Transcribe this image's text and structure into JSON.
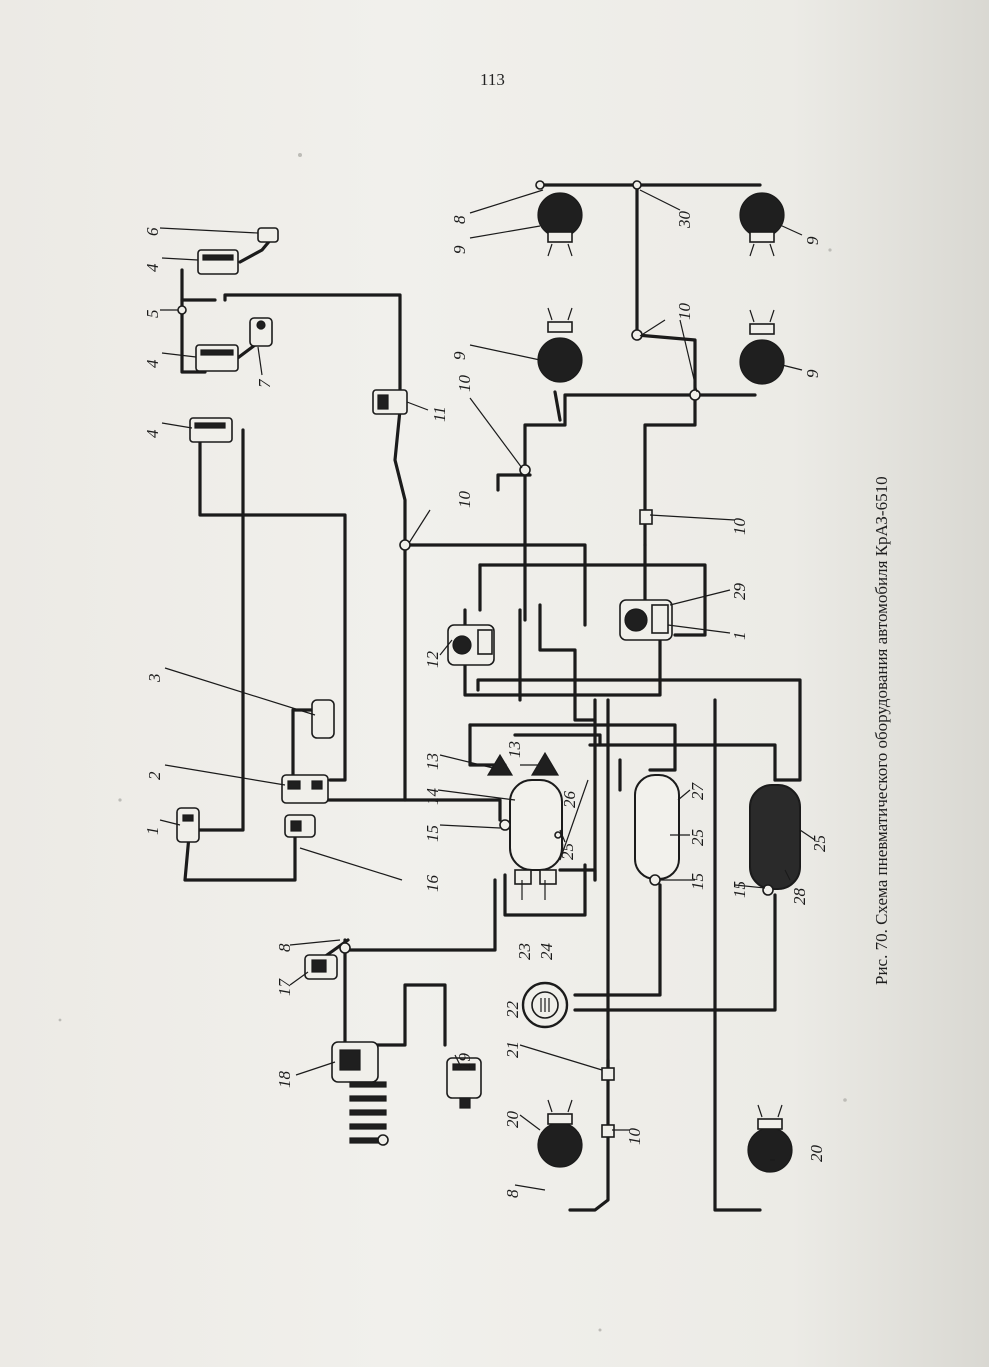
{
  "page_number": "113",
  "caption": "Рис. 70. Схема пневматического оборудования автомобиля КрАЗ-6510",
  "labels": {
    "l1a": "1",
    "l2": "2",
    "l3": "3",
    "l4a": "4",
    "l4b": "4",
    "l4c": "4",
    "l5": "5",
    "l6": "6",
    "l7": "7",
    "l8a": "8",
    "l8b": "8",
    "l8c": "8",
    "l9a": "9",
    "l9b": "9",
    "l9c": "9",
    "l9d": "9",
    "l10a": "10",
    "l10b": "10",
    "l10c": "10",
    "l10d": "10",
    "l10e": "10",
    "l11": "11",
    "l12": "12",
    "l13a": "13",
    "l13b": "13",
    "l14": "14",
    "l15a": "15",
    "l15b": "15",
    "l15c": "15",
    "l16": "16",
    "l17": "17",
    "l18": "18",
    "l19": "19",
    "l20a": "20",
    "l20b": "20",
    "l21": "21",
    "l22": "22",
    "l23": "23",
    "l24": "24",
    "l25a": "25",
    "l25b": "25",
    "l25c": "25",
    "l26": "26",
    "l27": "27",
    "l28": "28",
    "l29": "29",
    "l30": "30",
    "l1b": "1"
  }
}
